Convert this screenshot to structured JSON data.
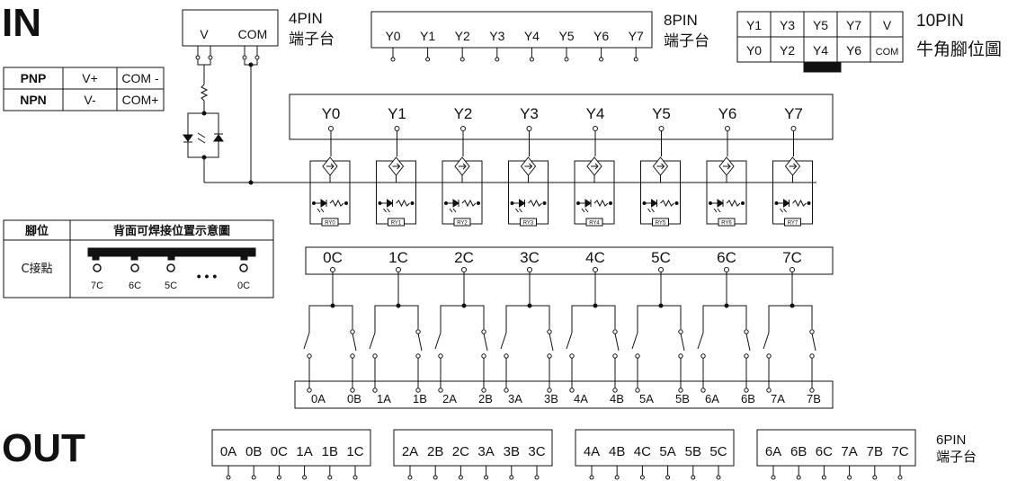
{
  "title_in": "IN",
  "title_out": "OUT",
  "pin4": {
    "labels": [
      "V",
      "COM"
    ],
    "caption_line1": "4PIN",
    "caption_line2": "端子台"
  },
  "pin8": {
    "labels": [
      "Y0",
      "Y1",
      "Y2",
      "Y3",
      "Y4",
      "Y5",
      "Y6",
      "Y7"
    ],
    "caption_line1": "8PIN",
    "caption_line2": "端子台"
  },
  "pin10": {
    "top_row": [
      "Y1",
      "Y3",
      "Y5",
      "Y7",
      "V"
    ],
    "bottom_row": [
      "Y0",
      "Y2",
      "Y4",
      "Y6",
      "COM"
    ],
    "caption_line1": "10PIN",
    "caption_line2": "牛角腳位圖"
  },
  "polarity_table": {
    "rows": [
      [
        "PNP",
        "V+",
        "COM -"
      ],
      [
        "NPN",
        "V-",
        "COM+"
      ]
    ]
  },
  "back_table": {
    "col1_header": "腳位",
    "col2_header": "背面可焊接位置示意圖",
    "row_label": "C接點",
    "pins": [
      "7C",
      "6C",
      "5C",
      "0C"
    ],
    "ellipsis": "• • •"
  },
  "input_header_labels": [
    "Y0",
    "Y1",
    "Y2",
    "Y3",
    "Y4",
    "Y5",
    "Y6",
    "Y7"
  ],
  "relay_labels": [
    "RY0",
    "RY1",
    "RY2",
    "RY3",
    "RY4",
    "RY5",
    "RY6",
    "RY7"
  ],
  "common_labels": [
    "0C",
    "1C",
    "2C",
    "3C",
    "4C",
    "5C",
    "6C",
    "7C"
  ],
  "contact_labels": [
    "0A",
    "0B",
    "1A",
    "1B",
    "2A",
    "2B",
    "3A",
    "3B",
    "4A",
    "4B",
    "5A",
    "5B",
    "6A",
    "6B",
    "7A",
    "7B"
  ],
  "out_blocks": [
    [
      "0A",
      "0B",
      "0C",
      "1A",
      "1B",
      "1C"
    ],
    [
      "2A",
      "2B",
      "2C",
      "3A",
      "3B",
      "3C"
    ],
    [
      "4A",
      "4B",
      "4C",
      "5A",
      "5B",
      "5C"
    ],
    [
      "6A",
      "6B",
      "6C",
      "7A",
      "7B",
      "7C"
    ]
  ],
  "pin6": {
    "caption_line1": "6PIN",
    "caption_line2": "端子台"
  }
}
